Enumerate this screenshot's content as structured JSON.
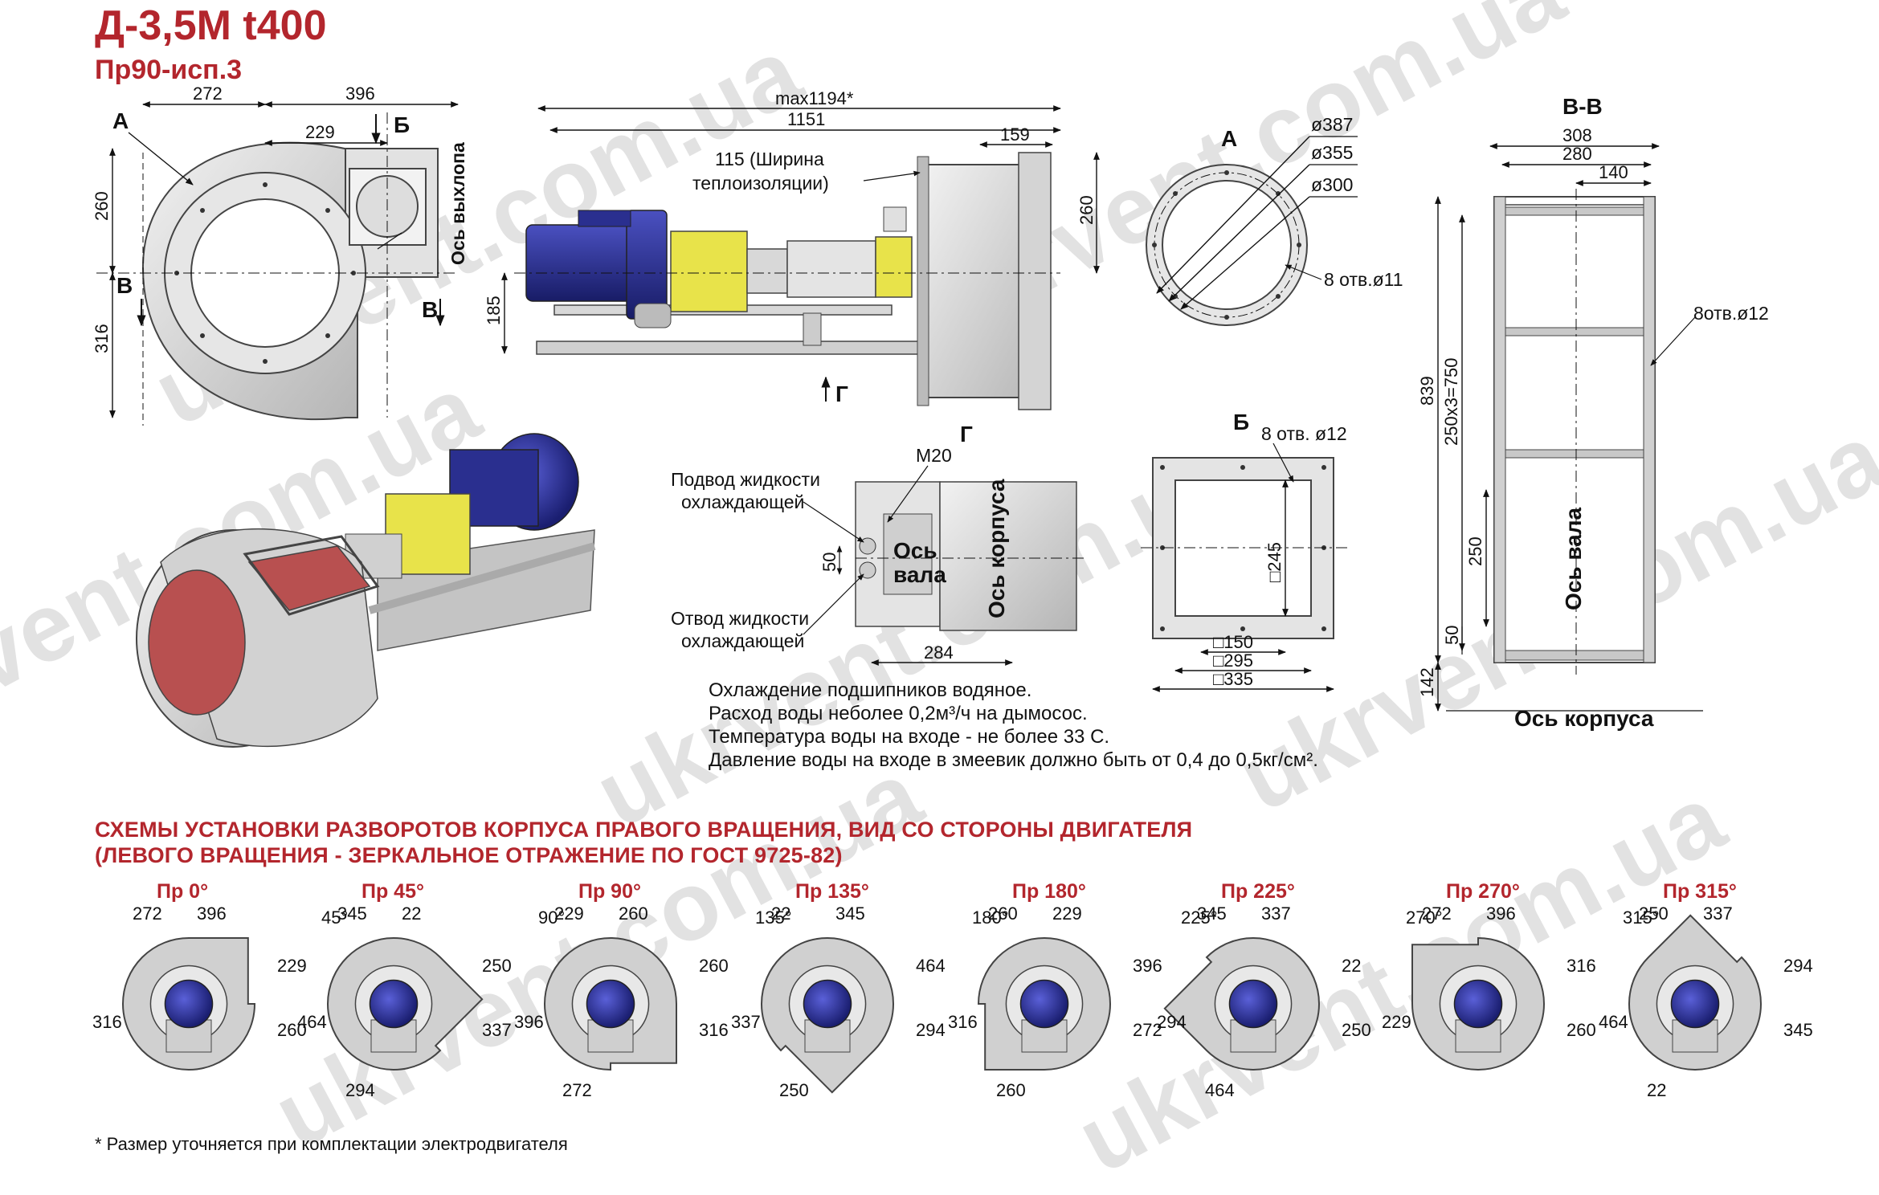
{
  "header": {
    "title": "Д-3,5М t400",
    "subtitle": "Пр90-исп.3"
  },
  "watermark": "ukrvent.com.ua",
  "front_view": {
    "section_a": "А",
    "section_b": "Б",
    "section_v_left": "В",
    "section_v_right": "В",
    "axis_outlet": "Ось выхлопа",
    "dims": {
      "d272": "272",
      "d396": "396",
      "d229": "229",
      "d260": "260",
      "d316": "316"
    }
  },
  "side_view": {
    "max_len": "max1194*",
    "len": "1151",
    "d159": "159",
    "insulation_1": "115 (Ширина",
    "insulation_2": "теплоизоляции)",
    "d260": "260",
    "d185": "185",
    "g_arrow": "Г",
    "g_label": "Г"
  },
  "flange_a": {
    "label": "А",
    "d387": "ø387",
    "d355": "ø355",
    "d300": "ø300",
    "holes": "8 отв.ø11"
  },
  "section_vv": {
    "label": "В-В",
    "d308": "308",
    "d280": "280",
    "d140": "140",
    "holes": "8отв.ø12",
    "d839": "839",
    "d750": "250х3=750",
    "d250": "250",
    "d50": "50",
    "d142": "142",
    "axis_shaft": "Ось вала",
    "axis_body": "Ось корпуса"
  },
  "cooling": {
    "m20": "М20",
    "supply_1": "Подвод жидкости",
    "supply_2": "охлаждающей",
    "drain_1": "Отвод жидкости",
    "drain_2": "охлаждающей",
    "d50": "50",
    "d284": "284",
    "axis_shaft_1": "Ось",
    "axis_shaft_2": "вала",
    "axis_body": "Ось корпуса"
  },
  "flange_b": {
    "label": "Б",
    "holes": "8 отв. ø12",
    "d245": "□245",
    "d150": "□150",
    "d295": "□295",
    "d335": "□335"
  },
  "notes": {
    "line1": "Охлаждение подшипников водяное.",
    "line2": "Расход воды неболее 0,2м³/ч на дымосос.",
    "line3": "Температура воды на входе - не более 33 С.",
    "line4": "Давление воды на входе в змеевик должно быть от 0,4 до 0,5кг/см²."
  },
  "schemes_heading": {
    "line1": "СХЕМЫ УСТАНОВКИ РАЗВОРОТОВ КОРПУСА ПРАВОГО ВРАЩЕНИЯ, ВИД СО СТОРОНЫ ДВИГАТЕЛЯ",
    "line2": "(ЛЕВОГО ВРАЩЕНИЯ - ЗЕРКАЛЬНОЕ ОТРАЖЕНИЕ ПО ГОСТ 9725-82)"
  },
  "schemes": [
    {
      "title": "Пр 0°",
      "angle": "",
      "dims": [
        "272",
        "396",
        "229",
        "260",
        "316"
      ]
    },
    {
      "title": "Пр 45°",
      "angle": "45°",
      "dims": [
        "345",
        "22",
        "250",
        "337",
        "464",
        "294"
      ]
    },
    {
      "title": "Пр 90°",
      "angle": "90°",
      "dims": [
        "229",
        "260",
        "260",
        "316",
        "396",
        "272"
      ]
    },
    {
      "title": "Пр 135°",
      "angle": "135°",
      "dims": [
        "22",
        "345",
        "464",
        "294",
        "337",
        "250"
      ]
    },
    {
      "title": "Пр 180°",
      "angle": "180°",
      "dims": [
        "260",
        "229",
        "396",
        "272",
        "316",
        "260"
      ]
    },
    {
      "title": "Пр 225°",
      "angle": "225°",
      "dims": [
        "345",
        "337",
        "22",
        "250",
        "294",
        "464"
      ]
    },
    {
      "title": "Пр 270°",
      "angle": "270°",
      "dims": [
        "272",
        "396",
        "316",
        "260",
        "229"
      ]
    },
    {
      "title": "Пр 315°",
      "angle": "315°",
      "dims": [
        "250",
        "337",
        "294",
        "345",
        "464",
        "22"
      ]
    }
  ],
  "footnote": "* Размер уточняется при комплектации электродвигателя",
  "colors": {
    "accent": "#b3262d",
    "motor": "#2a2f8f",
    "coupling": "#e8e34a",
    "housing": "#c9c9c9",
    "impeller": "#b85050"
  }
}
